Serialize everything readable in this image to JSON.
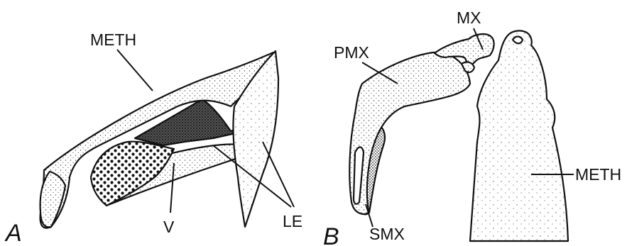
{
  "panels": [
    {
      "id": "A",
      "panel_label": "A",
      "labels": {
        "meth": "METH",
        "v": "V",
        "le": "LE"
      }
    },
    {
      "id": "B",
      "panel_label": "B",
      "labels": {
        "pmx": "PMX",
        "mx": "MX",
        "smx": "SMX",
        "meth": "METH"
      }
    }
  ],
  "colors": {
    "ink": "#111111",
    "paper": "#ffffff"
  }
}
